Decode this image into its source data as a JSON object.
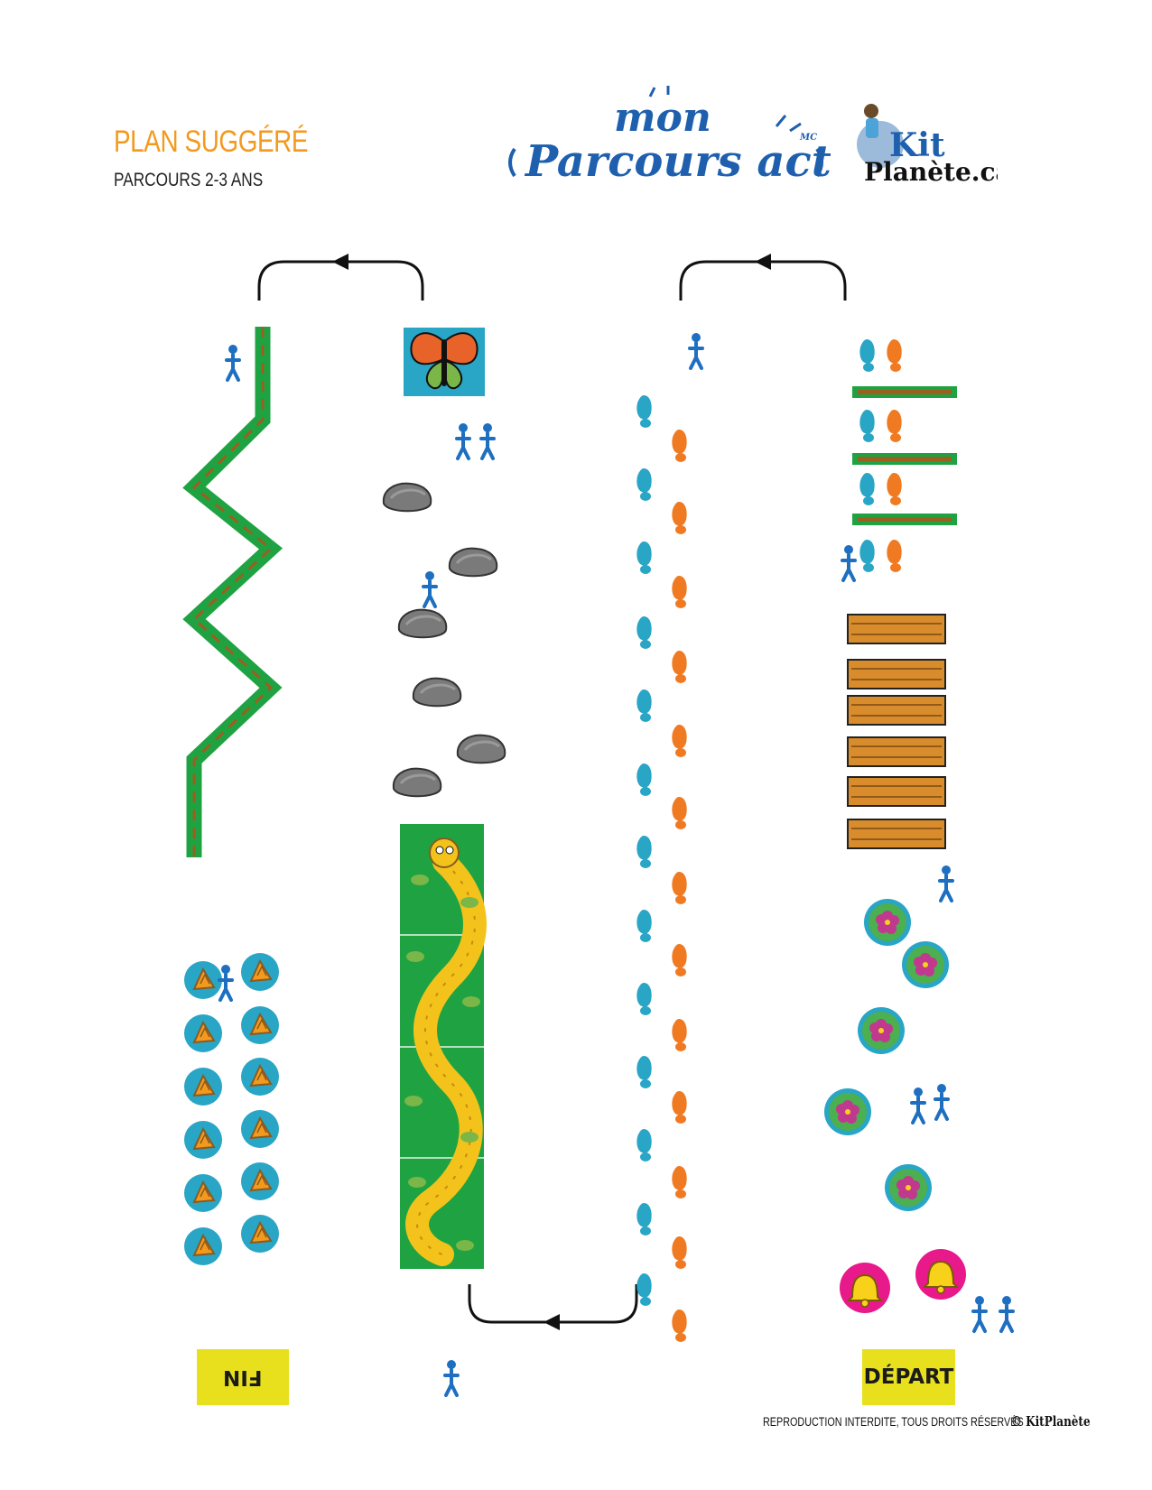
{
  "header": {
    "title": "PLAN SUGGÉRÉ",
    "subtitle": "PARCOURS 2-3 ANS"
  },
  "logo": {
    "line1": "mon",
    "line2": "Parcours actif",
    "mark": "MC"
  },
  "brand": {
    "kit": "Kit",
    "planete": "Planète.ca"
  },
  "signs": {
    "fin": "FIN",
    "depart": "DÉPART"
  },
  "footer": {
    "rights": "REPRODUCTION INTERDITE, TOUS DROITS RÉSERVÉS",
    "copyright": "© KitPlanète"
  },
  "colors": {
    "accent_orange": "#f39a1e",
    "logo_blue": "#1e5fae",
    "foot_blue": "#29a5c6",
    "foot_orange": "#f07a22",
    "zigzag_green": "#1fa342",
    "sign_yellow": "#e8e01c"
  },
  "icons": [
    "walking-person-icon",
    "two-people-icon",
    "jumping-person-icon",
    "crawling-person-icon",
    "squatting-person-icon",
    "butterfly-icon",
    "rock-icon",
    "caterpillar-icon",
    "footprint-icon",
    "lily-pad-icon",
    "bell-icon",
    "lily-pad-frog-icon",
    "plank-icon",
    "arrow-icon"
  ]
}
